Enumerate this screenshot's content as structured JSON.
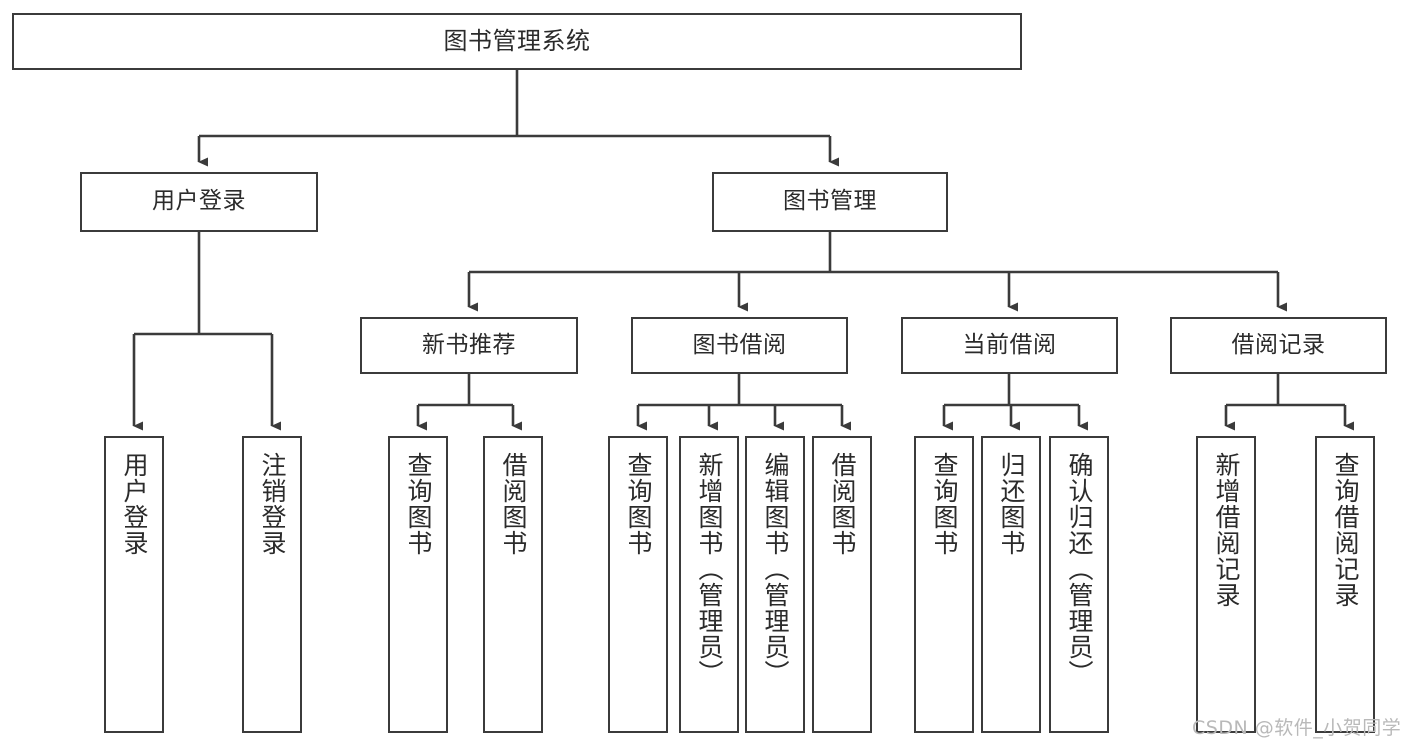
{
  "diagram": {
    "type": "tree-hierarchy",
    "title": "图书管理系统",
    "root": {
      "id": "root",
      "label": "图书管理系统"
    },
    "level2": [
      {
        "id": "user-login",
        "label": "用户登录"
      },
      {
        "id": "book-manage",
        "label": "图书管理"
      }
    ],
    "level3": [
      {
        "id": "new-book-recommend",
        "label": "新书推荐",
        "parent": "book-manage"
      },
      {
        "id": "book-borrow",
        "label": "图书借阅",
        "parent": "book-manage"
      },
      {
        "id": "current-borrow",
        "label": "当前借阅",
        "parent": "book-manage"
      },
      {
        "id": "borrow-record",
        "label": "借阅记录",
        "parent": "book-manage"
      }
    ],
    "leaves": [
      {
        "id": "leaf-user-login",
        "label": "用户登录",
        "parent": "user-login"
      },
      {
        "id": "leaf-user-logout",
        "label": "注销登录",
        "parent": "user-login"
      },
      {
        "id": "leaf-query-book-1",
        "label": "查询图书",
        "parent": "new-book-recommend"
      },
      {
        "id": "leaf-borrow-book-1",
        "label": "借阅图书",
        "parent": "new-book-recommend"
      },
      {
        "id": "leaf-query-book-2",
        "label": "查询图书",
        "parent": "book-borrow"
      },
      {
        "id": "leaf-add-book",
        "label": "新增图书（管理员）",
        "parent": "book-borrow"
      },
      {
        "id": "leaf-edit-book",
        "label": "编辑图书（管理员）",
        "parent": "book-borrow"
      },
      {
        "id": "leaf-borrow-book-2",
        "label": "借阅图书",
        "parent": "book-borrow"
      },
      {
        "id": "leaf-query-book-3",
        "label": "查询图书",
        "parent": "current-borrow"
      },
      {
        "id": "leaf-return-book",
        "label": "归还图书",
        "parent": "current-borrow"
      },
      {
        "id": "leaf-confirm-return",
        "label": "确认归还（管理员）",
        "parent": "current-borrow"
      },
      {
        "id": "leaf-add-record",
        "label": "新增借阅记录",
        "parent": "borrow-record"
      },
      {
        "id": "leaf-query-record",
        "label": "查询借阅记录",
        "parent": "borrow-record"
      }
    ],
    "watermark": "CSDN @软件_小贺同学",
    "colors": {
      "stroke": "#3b3b3b",
      "fill": "#ffffff",
      "text": "#2b2b2b",
      "watermark": "#b9b9b9"
    }
  }
}
